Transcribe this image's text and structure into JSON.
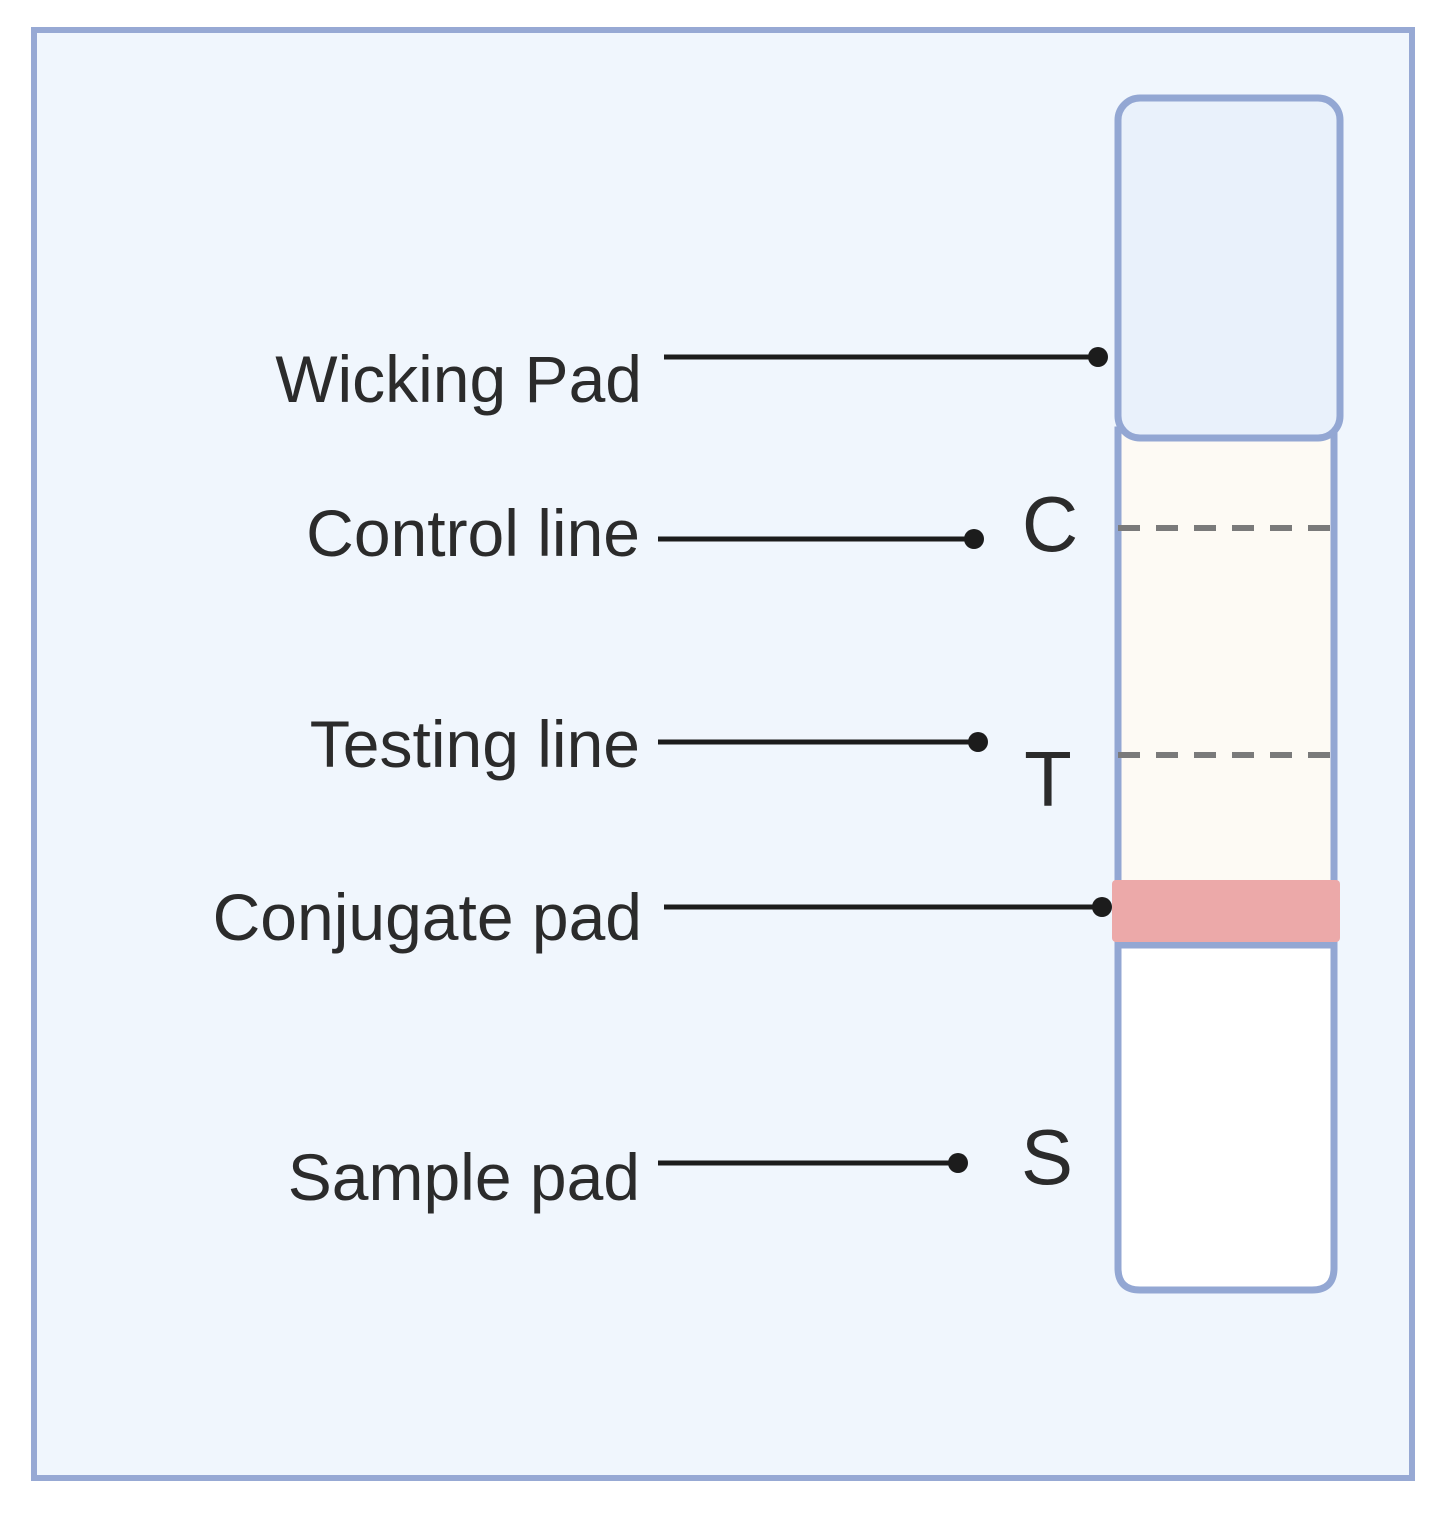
{
  "colors": {
    "frame_fill": "#f0f6fd",
    "frame_stroke": "#97a9d4",
    "strip_stroke": "#93a7d3",
    "wicking_pad_fill": "#e9f1fb",
    "membrane_fill": "#fdfaf4",
    "conjugate_pad_fill": "#eca9a9",
    "sample_pad_fill": "#ffffff",
    "leader_line": "#1c1c1c",
    "dashed_line": "#7a7a7a",
    "text": "#2b2b2b"
  },
  "labels": {
    "wicking_pad": "Wicking Pad",
    "control_line": "Control line",
    "testing_line": "Testing line",
    "conjugate_pad": "Conjugate pad",
    "sample_pad": "Sample pad"
  },
  "markers": {
    "control": "C",
    "test": "T",
    "sample": "S"
  }
}
